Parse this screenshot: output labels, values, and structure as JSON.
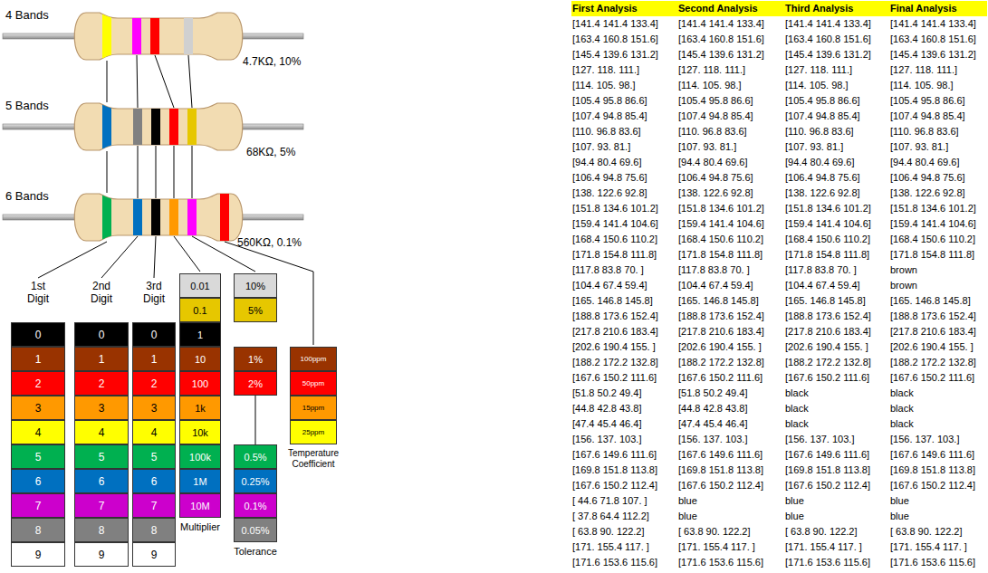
{
  "diagram": {
    "nodes": [
      {
        "text": [
          "0"
        ]
      },
      {
        "text": [
          "1"
        ]
      },
      {
        "text": [
          "2"
        ]
      },
      {
        "text": [
          "3"
        ]
      },
      {
        "text": [
          "4"
        ]
      },
      {
        "text": [
          "5"
        ]
      },
      {
        "text": [
          "6"
        ]
      },
      {
        "text": [
          "7"
        ]
      },
      {
        "text": [
          "8"
        ]
      },
      {
        "text": [
          "9"
        ]
      },
      {
        "text": [
          "0"
        ]
      },
      {
        "text": [
          "1"
        ]
      },
      {
        "text": [
          "2"
        ]
      },
      {
        "text": [
          "3"
        ]
      },
      {
        "text": [
          "4"
        ]
      },
      {
        "text": [
          "5"
        ]
      },
      {
        "text": [
          "6"
        ]
      },
      {
        "text": [
          "7"
        ]
      },
      {
        "text": [
          "8"
        ]
      },
      {
        "text": [
          "9"
        ]
      },
      {
        "text": [
          "0"
        ]
      },
      {
        "text": [
          "1"
        ]
      },
      {
        "text": [
          "2"
        ]
      },
      {
        "text": [
          "3"
        ]
      },
      {
        "text": [
          "4"
        ]
      },
      {
        "text": [
          "5"
        ]
      },
      {
        "text": [
          "6"
        ]
      },
      {
        "text": [
          "7"
        ]
      },
      {
        "text": [
          "8"
        ]
      },
      {
        "text": [
          "9"
        ]
      },
      {
        "text": [
          "0.01"
        ]
      },
      {
        "text": [
          "0.1"
        ]
      },
      {
        "text": [
          "1"
        ]
      },
      {
        "text": [
          "10"
        ]
      },
      {
        "text": [
          "100"
        ]
      },
      {
        "text": [
          "1k"
        ]
      },
      {
        "text": [
          "10k"
        ]
      },
      {
        "text": [
          "100k"
        ]
      },
      {
        "text": [
          "1M"
        ]
      },
      {
        "text": [
          "10M"
        ]
      },
      {
        "text": [
          "10%"
        ]
      },
      {
        "text": [
          "5%"
        ]
      },
      {
        "text": [
          "1%"
        ]
      },
      {
        "text": [
          "2%"
        ]
      },
      {
        "text": [
          "0.5%"
        ]
      },
      {
        "text": [
          "0.25%"
        ]
      },
      {
        "text": [
          "0.1%"
        ]
      },
      {
        "text": [
          "0.05%"
        ]
      },
      {
        "text": [
          "100ppm"
        ]
      },
      {
        "text": [
          "50ppm"
        ]
      },
      {
        "text": [
          "15ppm"
        ]
      },
      {
        "text": [
          "25ppm"
        ]
      }
    ],
    "labels": [
      "4 Bands",
      "4.7KΩ, 10%",
      "5 Bands",
      "68KΩ, 5%",
      "6 Bands",
      "560KΩ, 0.1%",
      "1st Digit",
      "2nd Digit",
      "3rd Digit",
      "Multiplier",
      "Tolerance",
      "Temperature Coefficient",
      "First Analysis",
      "Second Analysis",
      "Third Analysis",
      "Final Analysis",
      "[141.4 141.4 133.4]",
      "[141.4 141.4 133.4]",
      "[141.4 141.4 133.4]",
      "[141.4 141.4 133.4]",
      "[163.4 160.8 151.6]",
      "[163.4 160.8 151.6]",
      "[163.4 160.8 151.6]",
      "[163.4 160.8 151.6]",
      "[145.4 139.6 131.2]",
      "[145.4 139.6 131.2]",
      "[145.4 139.6 131.2]",
      "[145.4 139.6 131.2]",
      "[127. 118. 111.]",
      "[127. 118. 111.]",
      "[127. 118. 111.]",
      "[127. 118. 111.]",
      "[114. 105. 98.]",
      "[114. 105. 98.]",
      "[114. 105. 98.]",
      "[114. 105. 98.]",
      "[105.4 95.8 86.6]",
      "[105.4 95.8 86.6]",
      "[105.4 95.8 86.6]",
      "[105.4 95.8 86.6]",
      "[107.4 94.8 85.4]",
      "[107.4 94.8 85.4]",
      "[107.4 94.8 85.4]",
      "[107.4 94.8 85.4]",
      "[110. 96.8 83.6]",
      "[110. 96.8 83.6]",
      "[110. 96.8 83.6]",
      "[110. 96.8 83.6]",
      "[107. 93. 81.]",
      "[107. 93. 81.]",
      "[107. 93. 81.]",
      "[107. 93. 81.]",
      "[94.4 80.4 69.6]",
      "[94.4 80.4 69.6]",
      "[94.4 80.4 69.6]",
      "[94.4 80.4 69.6]",
      "[106.4 94.8 75.6]",
      "[106.4 94.8 75.6]",
      "[106.4 94.8 75.6]",
      "[106.4 94.8 75.6]",
      "[138. 122.6 92.8]",
      "[138. 122.6 92.8]",
      "[138. 122.6 92.8]",
      "[138. 122.6 92.8]",
      "[151.8 134.6 101.2]",
      "[151.8 134.6 101.2]",
      "[151.8 134.6 101.2]",
      "[151.8 134.6 101.2]",
      "[159.4 141.4 104.6]",
      "[159.4 141.4 104.6]",
      "[159.4 141.4 104.6]",
      "[159.4 141.4 104.6]",
      "[168.4 150.6 110.2]",
      "[168.4 150.6 110.2]",
      "[168.4 150.6 110.2]",
      "[168.4 150.6 110.2]",
      "[171.8 154.8 111.8]",
      "[171.8 154.8 111.8]",
      "[171.8 154.8 111.8]",
      "[171.8 154.8 111.8]",
      "[117.8 83.8 70. ]",
      "[117.8 83.8 70. ]",
      "[117.8 83.8 70. ]",
      "brown",
      "[104.4 67.4 59.4]",
      "[104.4 67.4 59.4]",
      "[104.4 67.4 59.4]",
      "brown",
      "[165. 146.8 145.8]",
      "[165. 146.8 145.8]",
      "[165. 146.8 145.8]",
      "[165. 146.8 145.8]",
      "[188.8 173.6 152.4]",
      "[188.8 173.6 152.4]",
      "[188.8 173.6 152.4]",
      "[188.8 173.6 152.4]",
      "[217.8 210.6 183.4]",
      "[217.8 210.6 183.4]",
      "[217.8 210.6 183.4]",
      "[217.8 210.6 183.4]",
      "[202.6 190.4 155. ]",
      "[202.6 190.4 155. ]",
      "[202.6 190.4 155. ]",
      "[202.6 190.4 155. ]",
      "[188.2 172.2 132.8]",
      "[188.2 172.2 132.8]",
      "[188.2 172.2 132.8]",
      "[188.2 172.2 132.8]",
      "[167.6 150.2 111.6]",
      "[167.6 150.2 111.6]",
      "[167.6 150.2 111.6]",
      "[167.6 150.2 111.6]",
      "[51.8 50.2 49.4]",
      "[51.8 50.2 49.4]",
      "black",
      "black",
      "[44.8 42.8 43.8]",
      "[44.8 42.8 43.8]",
      "black",
      "black",
      "[47.4 45.4 46.4]",
      "[47.4 45.4 46.4]",
      "black",
      "black",
      "[156. 137. 103.]",
      "[156. 137. 103.]",
      "[156. 137. 103.]",
      "[156. 137. 103.]",
      "[167.6 149.6 111.6]",
      "[167.6 149.6 111.6]",
      "[167.6 149.6 111.6]",
      "[167.6 149.6 111.6]",
      "[169.8 151.8 113.8]",
      "[169.8 151.8 113.8]",
      "[169.8 151.8 113.8]",
      "[169.8 151.8 113.8]",
      "[167.6 150.2 112.4]",
      "[167.6 150.2 112.4]",
      "[167.6 150.2 112.4]",
      "[167.6 150.2 112.4]",
      "[ 44.6 71.8 107. ]",
      "blue",
      "blue",
      "blue",
      "[ 37.8 64.4 112.2]",
      "blue",
      "blue",
      "blue",
      "[ 63.8 90. 122.2]",
      "[ 63.8 90. 122.2]",
      "[ 63.8 90. 122.2]",
      "[ 63.8 90. 122.2]",
      "[171. 155.4 117. ]",
      "[171. 155.4 117. ]",
      "[171. 155.4 117. ]",
      "[171. 155.4 117. ]",
      "[171.6 153.6 115.6]",
      "[171.6 153.6 115.6]",
      "[171.6 153.6 115.6]",
      "[171.6 153.6 115.6]"
    ]
  }
}
